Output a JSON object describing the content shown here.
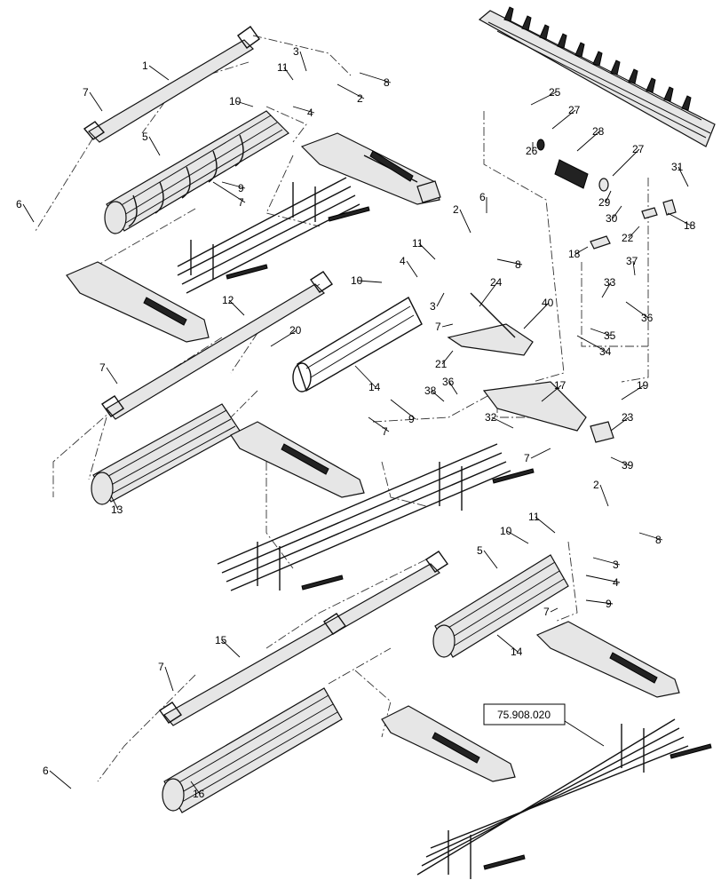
{
  "reference_box": "75.908.020",
  "callouts": [
    {
      "id": "c1",
      "label": "1"
    },
    {
      "id": "c2a",
      "label": "2"
    },
    {
      "id": "c3a",
      "label": "3"
    },
    {
      "id": "c4a",
      "label": "4"
    },
    {
      "id": "c5a",
      "label": "5"
    },
    {
      "id": "c6a",
      "label": "6"
    },
    {
      "id": "c7a",
      "label": "7"
    },
    {
      "id": "c7b",
      "label": "7"
    },
    {
      "id": "c8a",
      "label": "8"
    },
    {
      "id": "c9a",
      "label": "9"
    },
    {
      "id": "c10a",
      "label": "10"
    },
    {
      "id": "c11a",
      "label": "11"
    },
    {
      "id": "c25",
      "label": "25"
    },
    {
      "id": "c26",
      "label": "26"
    },
    {
      "id": "c27a",
      "label": "27"
    },
    {
      "id": "c28",
      "label": "28"
    },
    {
      "id": "c27b",
      "label": "27"
    },
    {
      "id": "c29",
      "label": "29"
    },
    {
      "id": "c30",
      "label": "30"
    },
    {
      "id": "c31",
      "label": "31"
    },
    {
      "id": "c22",
      "label": "22"
    },
    {
      "id": "c18a",
      "label": "18"
    },
    {
      "id": "c18b",
      "label": "18"
    },
    {
      "id": "c6b",
      "label": "6"
    },
    {
      "id": "c2b",
      "label": "2"
    },
    {
      "id": "c11b",
      "label": "11"
    },
    {
      "id": "c4b",
      "label": "4"
    },
    {
      "id": "c8b",
      "label": "8"
    },
    {
      "id": "c3b",
      "label": "3"
    },
    {
      "id": "c10b",
      "label": "10"
    },
    {
      "id": "c24",
      "label": "24"
    },
    {
      "id": "c40",
      "label": "40"
    },
    {
      "id": "c37",
      "label": "37"
    },
    {
      "id": "c33",
      "label": "33"
    },
    {
      "id": "c36a",
      "label": "36"
    },
    {
      "id": "c35",
      "label": "35"
    },
    {
      "id": "c34",
      "label": "34"
    },
    {
      "id": "c12",
      "label": "12"
    },
    {
      "id": "c20",
      "label": "20"
    },
    {
      "id": "c7c",
      "label": "7"
    },
    {
      "id": "c21",
      "label": "21"
    },
    {
      "id": "c7d",
      "label": "7"
    },
    {
      "id": "c14a",
      "label": "14"
    },
    {
      "id": "c36b",
      "label": "36"
    },
    {
      "id": "c17",
      "label": "17"
    },
    {
      "id": "c19",
      "label": "19"
    },
    {
      "id": "c38",
      "label": "38"
    },
    {
      "id": "c9b",
      "label": "9"
    },
    {
      "id": "c7e",
      "label": "7"
    },
    {
      "id": "c32",
      "label": "32"
    },
    {
      "id": "c23",
      "label": "23"
    },
    {
      "id": "c7f",
      "label": "7"
    },
    {
      "id": "c39",
      "label": "39"
    },
    {
      "id": "c13",
      "label": "13"
    },
    {
      "id": "c2c",
      "label": "2"
    },
    {
      "id": "c11c",
      "label": "11"
    },
    {
      "id": "c10c",
      "label": "10"
    },
    {
      "id": "c8c",
      "label": "8"
    },
    {
      "id": "c3c",
      "label": "3"
    },
    {
      "id": "c5b",
      "label": "5"
    },
    {
      "id": "c4c",
      "label": "4"
    },
    {
      "id": "c9c",
      "label": "9"
    },
    {
      "id": "c7g",
      "label": "7"
    },
    {
      "id": "c14b",
      "label": "14"
    },
    {
      "id": "c15",
      "label": "15"
    },
    {
      "id": "c7h",
      "label": "7"
    },
    {
      "id": "c6c",
      "label": "6"
    },
    {
      "id": "c16",
      "label": "16"
    }
  ]
}
